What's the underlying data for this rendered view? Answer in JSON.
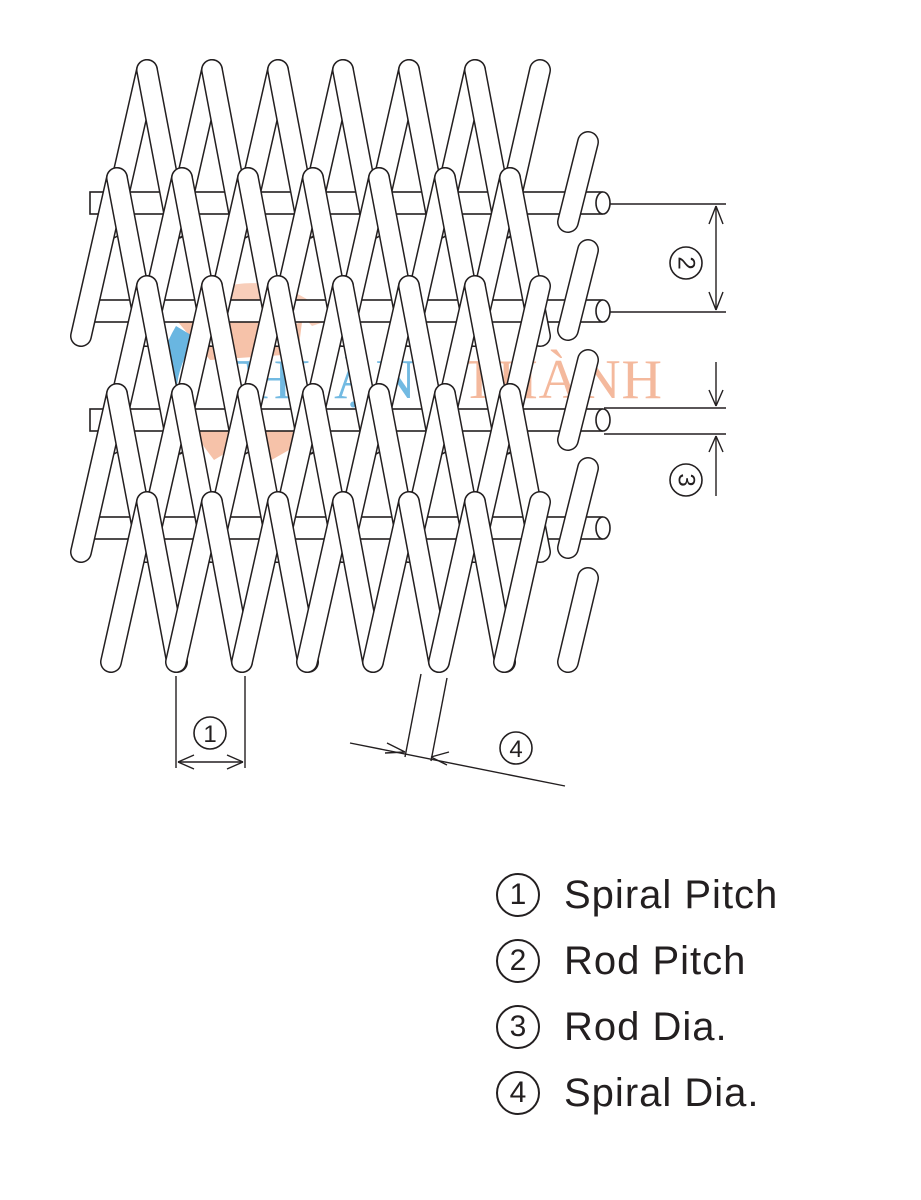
{
  "watermark": {
    "word1": "THUẬN",
    "word2": "THÀNH",
    "color1": "#4fa9dc",
    "color2": "#f3ad8c"
  },
  "colors": {
    "line": "#231f20",
    "fill": "#ffffff"
  },
  "dimension_markers": [
    "1",
    "2",
    "3",
    "4"
  ],
  "legend": [
    {
      "num": "1",
      "label": "Spiral Pitch"
    },
    {
      "num": "2",
      "label": "Rod Pitch"
    },
    {
      "num": "3",
      "label": "Rod Dia."
    },
    {
      "num": "4",
      "label": "Spiral Dia."
    }
  ]
}
